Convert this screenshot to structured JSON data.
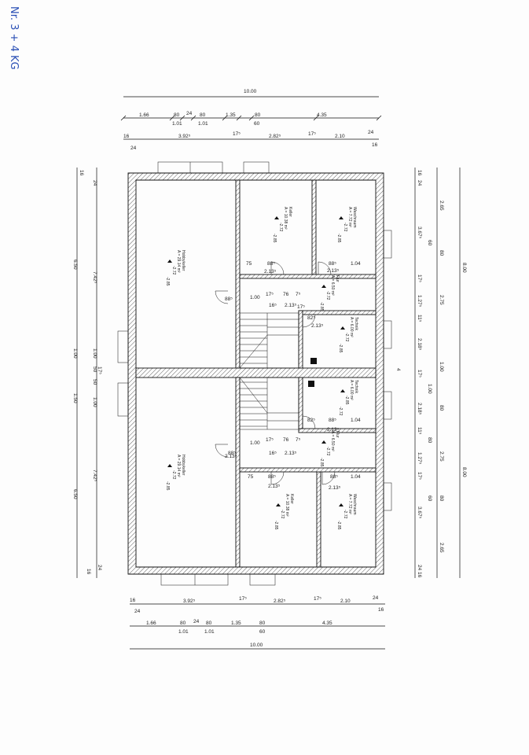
{
  "handwritten_note": "Nr. 3 + 4 KG",
  "top": {
    "row1": [
      "10.00"
    ],
    "row2": [
      "1.66",
      "80",
      "24",
      "80",
      "1.35",
      "80",
      "4.35"
    ],
    "row2_sub": [
      "1.01",
      "1.01",
      "60"
    ],
    "row3": [
      "16",
      "3.92⁵",
      "17⁵",
      "2.82⁵",
      "17⁵",
      "2.10",
      "24"
    ],
    "row3_sub": [
      "24",
      "16"
    ]
  },
  "bottom": {
    "row1": [
      "16",
      "3.92⁵",
      "17⁵",
      "2.82⁵",
      "17⁵",
      "2.10",
      "24"
    ],
    "row1_sub": [
      "24",
      "16"
    ],
    "row2": [
      "1.66",
      "80",
      "24",
      "80",
      "1.35",
      "80",
      "4.35"
    ],
    "row2_sub": [
      "1.01",
      "1.01",
      "60"
    ],
    "row3": [
      "10.00"
    ]
  },
  "left": {
    "outer": [
      "6.50",
      "1.00",
      "1.50"
    ],
    "inner": [
      "16",
      "24",
      "7.42⁵",
      "17⁵",
      "1.00",
      "50",
      "50",
      "1.00",
      "7.42⁵",
      "24",
      "16"
    ]
  },
  "right": {
    "col1": [
      "16",
      "24",
      "3.67⁵",
      "17⁵",
      "1.27⁵",
      "11⁵",
      "2.18⁵",
      "17⁵",
      "2.18⁵",
      "11⁵",
      "1.27⁵",
      "17⁵",
      "3.67⁵",
      "24",
      "16"
    ],
    "col2": [
      "2.65",
      "60",
      "80",
      "2.75",
      "1.00",
      "80",
      "1.00",
      "80",
      "2.75",
      "80",
      "60",
      "2.65"
    ],
    "col3": [
      "8.00",
      "4",
      "8.00"
    ]
  },
  "rooms": [
    {
      "name": "Hobbykeller",
      "area": "A = 29.14 m²",
      "lvl1": "-2.72",
      "lvl2": "-2.85"
    },
    {
      "name": "Keller",
      "area": "A = 10.38 m²",
      "lvl1": "-2.72",
      "lvl2": "-2.85"
    },
    {
      "name": "Waschraum",
      "area": "A = 7.72 m²",
      "lvl1": "-2.72",
      "lvl2": "-2.85"
    },
    {
      "name": "Flur",
      "area": "A = 6.50 m²",
      "lvl1": "-2.72",
      "lvl2": "-2.85"
    },
    {
      "name": "Technik",
      "area": "A = 6.00 m²",
      "lvl1": "-2.72",
      "lvl2": "-2.85"
    },
    {
      "name": "Technik",
      "area": "A = 6.00 m²",
      "lvl1": "-2.85",
      "lvl2": "-2.72"
    },
    {
      "name": "Flur",
      "area": "A = 6.50 m²",
      "lvl1": "-2.72",
      "lvl2": "-2.85"
    },
    {
      "name": "Hobbykeller",
      "area": "A = 29.14 m²",
      "lvl1": "-2.72",
      "lvl2": "-2.85"
    },
    {
      "name": "Keller",
      "area": "A = 10.38 m²",
      "lvl1": "-2.72",
      "lvl2": "-2.85"
    },
    {
      "name": "Waschraum",
      "area": "A = 7.72 m²",
      "lvl1": "-2.72",
      "lvl2": "-2.85"
    }
  ],
  "openings": [
    "75",
    "88⁵",
    "2.13⁵",
    "88⁵",
    "1.04",
    "2.13⁵",
    "88⁵",
    "1.00",
    "17⁵",
    "76",
    "7⁵",
    "16⁵",
    "2.13⁵",
    "17⁵",
    "82⁵",
    "2.13⁵",
    "88⁵",
    "1.04",
    "82⁵",
    "2.13⁵",
    "1.00",
    "17⁵",
    "76",
    "7⁵",
    "16⁵",
    "2.13⁵",
    "2.13⁵",
    "88⁵",
    "75",
    "88⁵",
    "2.13⁵",
    "88⁵",
    "1.04",
    "2.13⁵"
  ]
}
